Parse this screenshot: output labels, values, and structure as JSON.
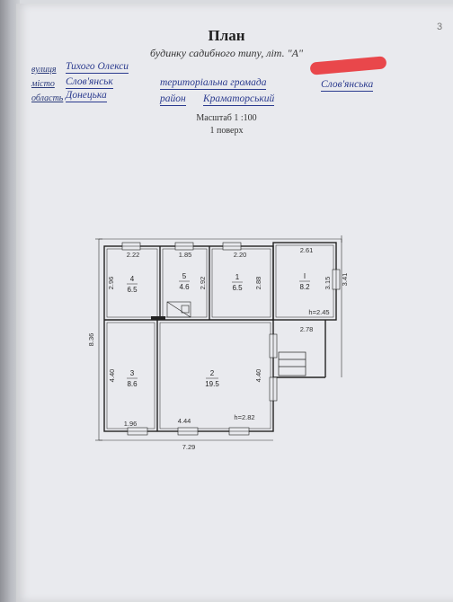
{
  "page": {
    "corner_mark": "3",
    "title": "План",
    "subtitle": "будинку садибного типу, літ. \"А\"",
    "address": {
      "street_label": "вулиця",
      "street_value": "Тихого Олекси",
      "city_label": "місто",
      "city_value": "Слов'янськ",
      "region_label": "область",
      "region_value": "Донецька",
      "community_label": "територіальна громада",
      "community_value": "Слов'янська",
      "district_label": "район",
      "district_value": "Краматорський"
    },
    "scale": "Масштаб 1 :100",
    "floor": "1 поверх"
  },
  "plan": {
    "rooms": [
      {
        "number": "4",
        "area": "6.5"
      },
      {
        "number": "5",
        "area": "4.6"
      },
      {
        "number": "1",
        "area": "6.5"
      },
      {
        "number": "І",
        "area": "8.2"
      },
      {
        "number": "3",
        "area": "8.6"
      },
      {
        "number": "2",
        "area": "19.5"
      }
    ],
    "dimensions": {
      "r4_width": "2.22",
      "r4_height": "2.96",
      "r5_width": "1.85",
      "r5_height": "2.92",
      "r1_width": "2.20",
      "r1_height": "2.88",
      "ri_width": "2.61",
      "ri_height": "3.15",
      "ri_outer": "3.41",
      "ri_ceiling": "h=2.45",
      "ri_bottom": "2.78",
      "total_height": "8.36",
      "r3_height": "4.40",
      "r3_width": "1.96",
      "r2_height": "4.40",
      "r2_width": "4.44",
      "main_ceiling": "h=2.82",
      "total_width": "7.29"
    }
  }
}
